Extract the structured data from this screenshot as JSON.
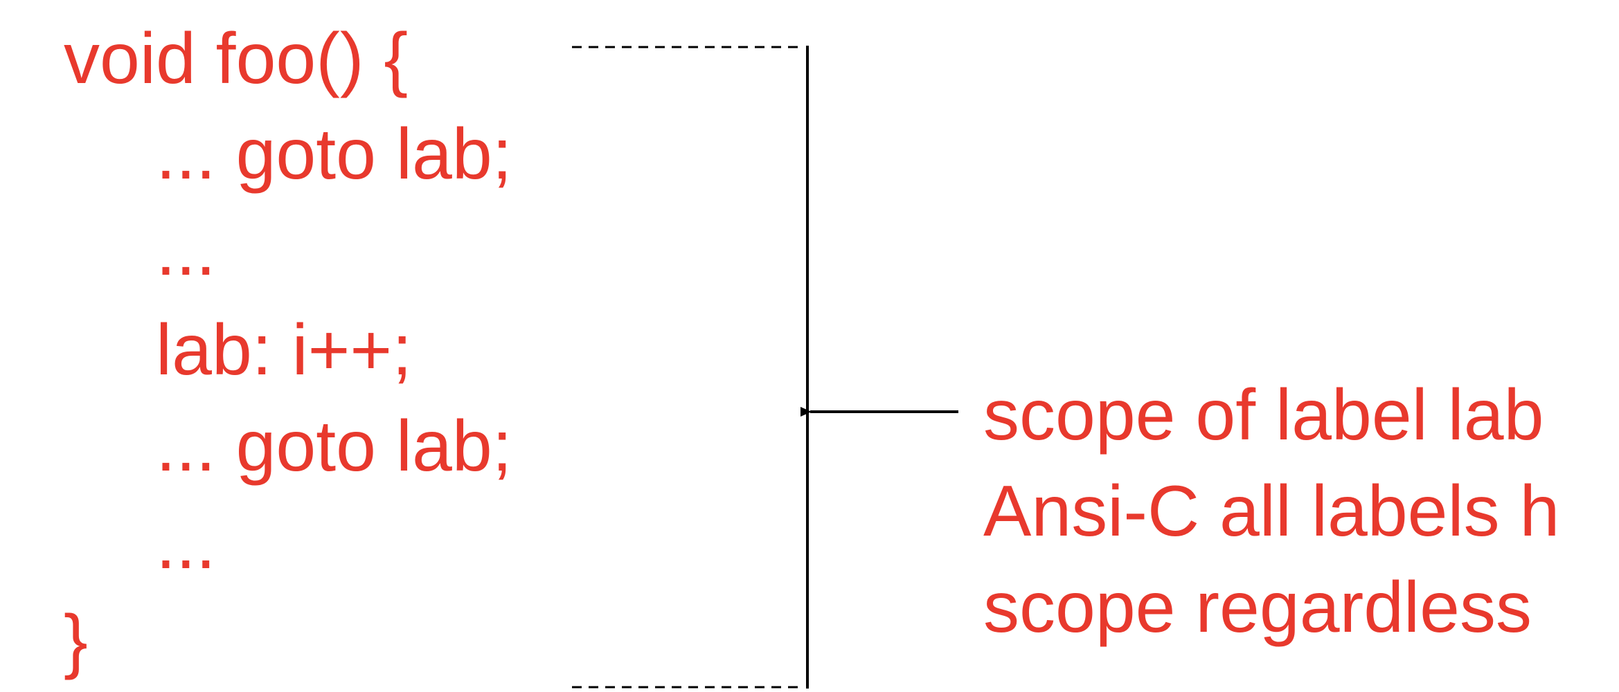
{
  "code": {
    "lines": [
      "void foo() {",
      "... goto lab;",
      "...",
      "lab: i++;",
      "... goto lab;",
      "...",
      "}"
    ]
  },
  "annotation": {
    "lines": [
      "scope of label lab",
      "Ansi-C all labels h",
      "scope regardless"
    ]
  },
  "colors": {
    "text": "#e8392d",
    "lines": "#000000"
  }
}
